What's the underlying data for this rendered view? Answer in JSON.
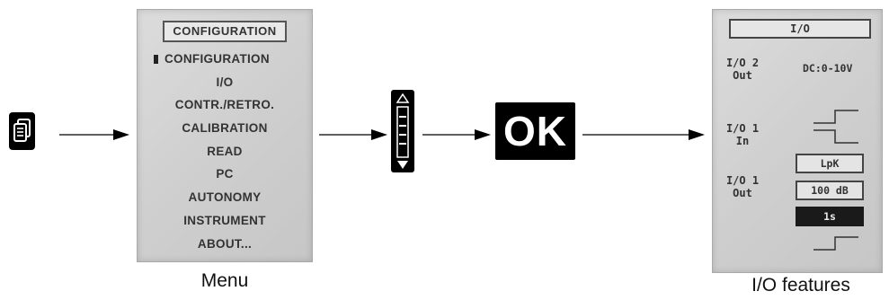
{
  "menu_screen": {
    "title": "CONFIGURATION",
    "items": [
      {
        "label": "CONFIGURATION",
        "selected": true
      },
      {
        "label": "I/O"
      },
      {
        "label": "CONTR./RETRO."
      },
      {
        "label": "CALIBRATION"
      },
      {
        "label": "READ"
      },
      {
        "label": "PC"
      },
      {
        "label": "AUTONOMY"
      },
      {
        "label": "INSTRUMENT"
      },
      {
        "label": "ABOUT..."
      }
    ]
  },
  "ok_key": {
    "label": "OK"
  },
  "io_screen": {
    "title": "I/O",
    "io2_out": {
      "label_line1": "I/O 2",
      "label_line2": "Out",
      "value": "DC:0-10V"
    },
    "io1_in": {
      "label_line1": "I/O 1",
      "label_line2": "In"
    },
    "io1_out": {
      "label_line1": "I/O 1",
      "label_line2": "Out",
      "mode": "LpK",
      "level": "100 dB",
      "time": "1s"
    }
  },
  "captions": {
    "menu": "Menu",
    "io_features": "I/O features"
  },
  "icons": [
    "menu-key-icon",
    "scroll-key-icon",
    "arrow-right-icon",
    "step-signal-icon"
  ]
}
